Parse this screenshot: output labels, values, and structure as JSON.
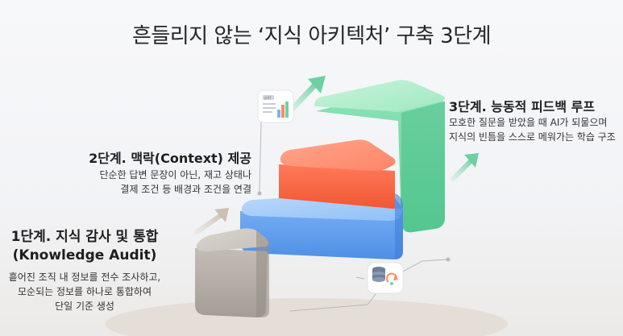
{
  "title": "흔들리지 않는 ‘지식 아키텍처’ 구축 3단계",
  "steps": [
    {
      "title_line1": "1단계. 지식 감사 및 통합",
      "title_line2": "(Knowledge Audit)",
      "desc": [
        "흩어진 조직 내 정보를 전수 조사하고,",
        "모순되는 정보를 하나로 통합하여",
        "단일 기준 생성"
      ],
      "color": "#b9b3ab"
    },
    {
      "title": "2단계. 맥락(Context) 제공",
      "desc": [
        "단순한 답변 문장이 아닌, 재고 상태나",
        "결제 조건 등 배경과 조건을 연결"
      ],
      "color": "#6aa5ee"
    },
    {
      "title": "3단계. 능동적 피드백 루프",
      "desc": [
        "모호한 질문을 받았을 때 AI가 되물으며",
        "지식의 빈틈을 스스로 메워가는 학습 구조"
      ],
      "color": "#ff6b4a"
    }
  ],
  "top_block_color": "#7fdcae",
  "icons": {
    "report": "document-chart-icon",
    "badge": "pdf",
    "database": "database-sync-icon"
  }
}
